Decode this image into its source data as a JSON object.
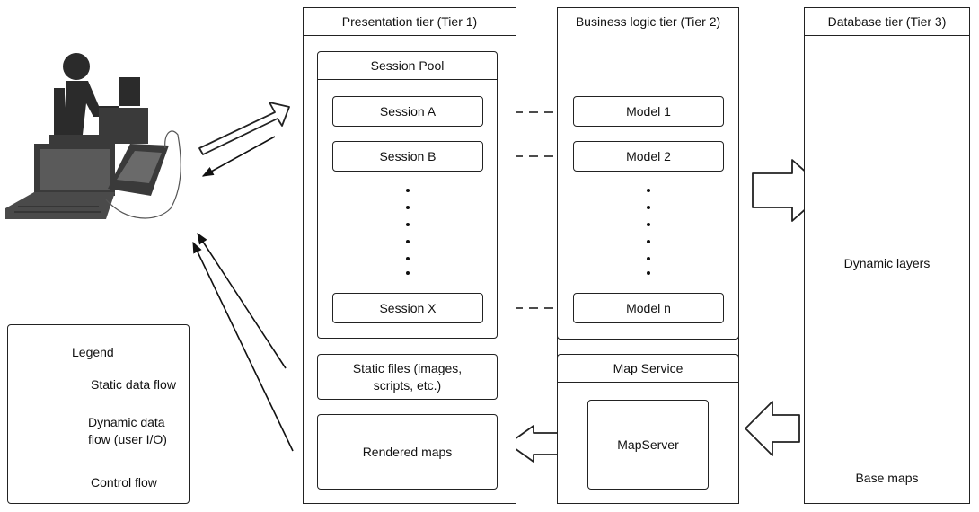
{
  "tiers": {
    "presentation": "Presentation tier (Tier 1)",
    "business": "Business logic tier (Tier 2)",
    "database": "Database tier (Tier 3)"
  },
  "session_pool": {
    "title": "Session Pool",
    "sessions": [
      "Session A",
      "Session B",
      "Session X"
    ]
  },
  "models": [
    "Model 1",
    "Model 2",
    "Model n"
  ],
  "static_files": "Static files (images,\nscripts, etc.)",
  "rendered_maps": "Rendered maps",
  "map_service": {
    "title": "Map Service",
    "server": "MapServer"
  },
  "database": {
    "dynamic": "Dynamic layers",
    "base": "Base maps"
  },
  "legend": {
    "title": "Legend",
    "static": "Static data flow",
    "dynamic_line1": "Dynamic data",
    "dynamic_line2": "flow (user I/O)",
    "control": "Control flow"
  }
}
